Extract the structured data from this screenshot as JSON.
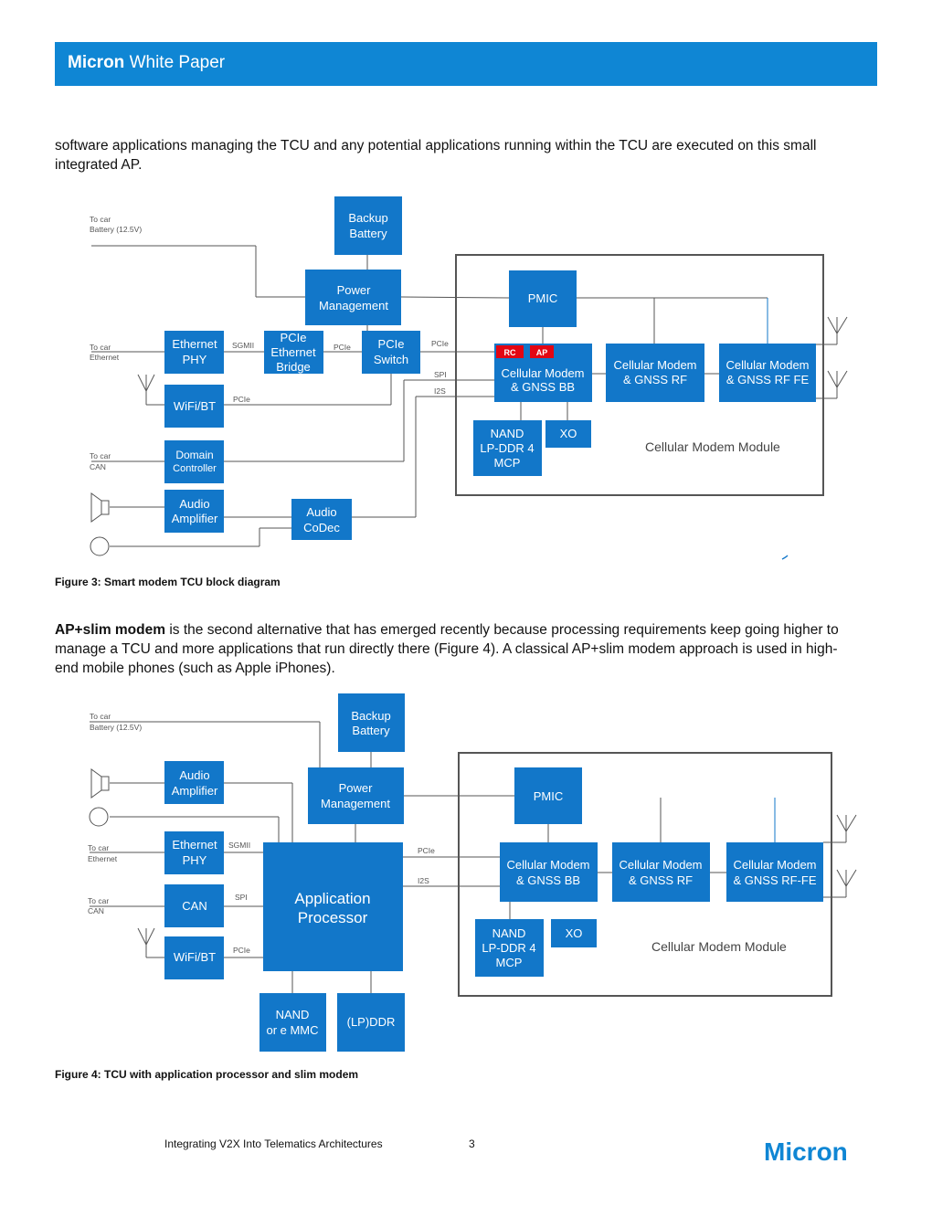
{
  "header": {
    "brand": "Micron",
    "title": "White Paper"
  },
  "paragraphs": {
    "p1": "software applications managing the TCU and any potential applications running within the TCU are executed on this small integrated AP.",
    "p2_bold": "AP+slim modem",
    "p2_rest": " is the second alternative that has emerged recently because processing requirements keep going higher to manage a TCU and more applications that run directly there (Figure 4). A classical AP+slim modem approach is used in high-end mobile phones (such as Apple iPhones)."
  },
  "figure3": {
    "caption": "Figure 3: Smart modem TCU block diagram",
    "boxes": {
      "backup_battery": [
        "Backup",
        "Battery"
      ],
      "power_management": [
        "Power",
        "Management"
      ],
      "pmic": "PMIC",
      "ethernet_phy": [
        "Ethernet",
        "PHY"
      ],
      "pcie_ethernet_bridge": [
        "PCIe",
        "Ethernet",
        "Bridge"
      ],
      "pcie_switch": [
        "PCIe",
        "Switch"
      ],
      "cellular_modem_bb": [
        "Cellular Modem",
        "& GNSS BB"
      ],
      "cellular_modem_rf": [
        "Cellular Modem",
        "& GNSS RF"
      ],
      "cellular_modem_rffe": [
        "Cellular Modem",
        "& GNSS RF FE"
      ],
      "wifi_bt": "WiFi/BT",
      "nand": [
        "NAND",
        "LP-DDR 4",
        "MCP"
      ],
      "xo": "XO",
      "domain_controller": [
        "Domain",
        "Controller"
      ],
      "audio_amplifier": [
        "Audio",
        "Amplifier"
      ],
      "audio_codec": [
        "Audio",
        "CoDec"
      ]
    },
    "badges": {
      "rc": "RC",
      "ap": "AP"
    },
    "labels": {
      "to_car_battery": [
        "To car",
        "Battery (12.5V)"
      ],
      "to_car_ethernet": [
        "To car",
        "Ethernet"
      ],
      "to_car_can": [
        "To car",
        "CAN"
      ],
      "sgmii": "SGMII",
      "pcie_a": "PCIe",
      "pcie_b": "PCIe",
      "pcie_c": "PCIe",
      "spi": "SPI",
      "i2s": "I2S"
    },
    "module_label": "Cellular Modem Module"
  },
  "figure4": {
    "caption": "Figure 4: TCU with application processor and slim modem",
    "boxes": {
      "backup_battery": [
        "Backup",
        "Battery"
      ],
      "power_management": [
        "Power",
        "Management"
      ],
      "pmic": "PMIC",
      "audio_amplifier": [
        "Audio",
        "Amplifier"
      ],
      "ethernet_phy": [
        "Ethernet",
        "PHY"
      ],
      "can": "CAN",
      "wifi_bt": "WiFi/BT",
      "application_processor": [
        "Application",
        "Processor"
      ],
      "cellular_modem_bb": [
        "Cellular Modem",
        "& GNSS BB"
      ],
      "cellular_modem_rf": [
        "Cellular Modem",
        "& GNSS RF"
      ],
      "cellular_modem_rffe": [
        "Cellular Modem",
        "& GNSS RF-FE"
      ],
      "nand": [
        "NAND",
        "LP-DDR 4",
        "MCP"
      ],
      "xo": "XO",
      "nand_emmc": [
        "NAND",
        "or e MMC"
      ],
      "lpddr": "(LP)DDR"
    },
    "labels": {
      "to_car_battery": [
        "To car",
        "Battery (12.5V)"
      ],
      "to_car_ethernet": [
        "To car",
        "Ethernet"
      ],
      "to_car_can": [
        "To car",
        "CAN"
      ],
      "sgmii": "SGMII",
      "spi": "SPI",
      "pcie_a": "PCIe",
      "pcie_b": "PCIe",
      "i2s": "I2S"
    },
    "module_label": "Cellular Modem Module"
  },
  "footer": {
    "doc_title": "Integrating V2X Into Telematics Architectures",
    "page_number": "3",
    "logo": "Micron"
  }
}
